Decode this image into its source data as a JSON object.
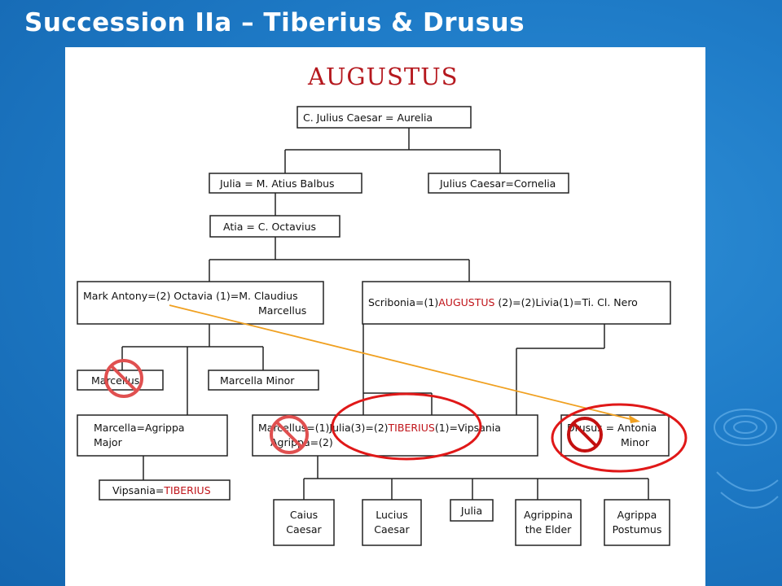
{
  "slide": {
    "title": "Succession IIa – Tiberius & Drusus"
  },
  "tree": {
    "heading": "AUGUSTUS",
    "nodes": {
      "caesar_aurelia": {
        "lines": [
          "C. Julius Caesar   =   Aurelia"
        ]
      },
      "julia_balbus": {
        "lines": [
          "Julia = M. Atius Balbus"
        ]
      },
      "caesar_cornelia": {
        "lines": [
          "Julius Caesar=Cornelia"
        ]
      },
      "atia_octavius": {
        "lines": [
          "Atia = C. Octavius"
        ]
      },
      "antony_octavia": {
        "line1": "Mark Antony=(2) Octavia (1)=M. Claudius",
        "line2": "Marcellus"
      },
      "scribonia_augustus": {
        "pre": "Scribonia=(1)",
        "highlight": "AUGUSTUS",
        "post": " (2)=(2)Livia(1)=Ti. Cl. Nero"
      },
      "marcellus": {
        "lines": [
          "Marcellus"
        ]
      },
      "marcella_minor": {
        "lines": [
          "Marcella Minor"
        ]
      },
      "marcella_major": {
        "line1": "Marcella=Agrippa",
        "line2": "Major"
      },
      "julia_tiberius": {
        "pre": "Marcellus=(1)Julia(3)=(2)",
        "highlight": "TIBERIUS",
        "post": "(1)=Vipsania",
        "line2": "Agrippa=(2)"
      },
      "drusus_antonia": {
        "line1": "Drusus = Antonia",
        "line2": "Minor"
      },
      "vipsania_tiberius": {
        "pre": "Vipsania=",
        "highlight": "TIBERIUS"
      },
      "caius": {
        "line1": "Caius",
        "line2": "Caesar"
      },
      "lucius": {
        "line1": "Lucius",
        "line2": "Caesar"
      },
      "julia_child": {
        "lines": [
          "Julia"
        ]
      },
      "agrippina": {
        "line1": "Agrippina",
        "line2": "the Elder"
      },
      "postumus": {
        "line1": "Agrippa",
        "line2": "Postumus"
      }
    }
  },
  "colors": {
    "highlight_text": "#c0141a",
    "ring": "#e01818",
    "arrow": "#f0a020",
    "background": "#1f7cc8"
  },
  "icons": [
    "ban-icon",
    "ban-icon",
    "ban-icon",
    "swirl-icon"
  ]
}
